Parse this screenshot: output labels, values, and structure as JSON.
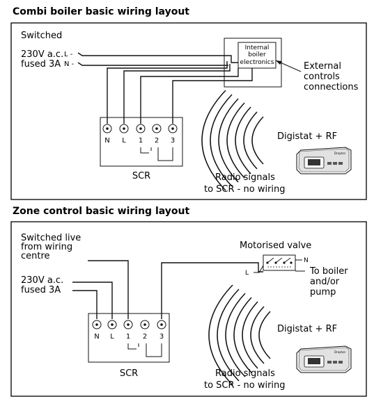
{
  "combi": {
    "heading": "Combi boiler basic wiring layout",
    "switched": "Switched",
    "supply_line1": "230V a.c.",
    "supply_line2": "fused 3A",
    "live_tag": "L -",
    "neutral_tag": "N -",
    "boiler_box": [
      "Internal",
      "boiler",
      "electronics"
    ],
    "external": [
      "External",
      "controls",
      "connections"
    ],
    "terminals": [
      "N",
      "L",
      "1",
      "2",
      "3"
    ],
    "scr_label": "SCR",
    "thermostat_label": "Digistat + RF",
    "thermostat_brand": "Drayton",
    "radio": [
      "Radio signals",
      "to SCR - no wiring"
    ]
  },
  "zone": {
    "heading": "Zone control basic wiring layout",
    "switched_live": [
      "Switched live",
      "from wiring",
      "centre"
    ],
    "supply_line1": "230V a.c.",
    "supply_line2": "fused 3A",
    "valve_label": "Motorised valve",
    "valve_n": "N",
    "valve_l": "L",
    "to_boiler": [
      "To boiler",
      "and/or",
      "pump"
    ],
    "terminals": [
      "N",
      "L",
      "1",
      "2",
      "3"
    ],
    "scr_label": "SCR",
    "thermostat_label": "Digistat + RF",
    "thermostat_brand": "Drayton",
    "radio": [
      "Radio signals",
      "to SCR - no wiring"
    ]
  }
}
